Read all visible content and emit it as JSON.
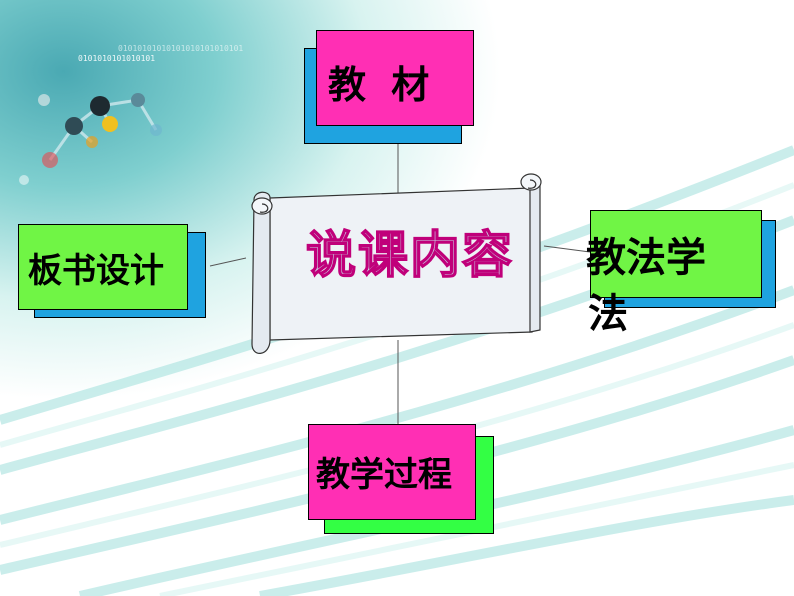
{
  "background": {
    "binary_line_1": "0101010101010101",
    "binary_line_2": "01010101010101010101010101",
    "colors": {
      "top_left": "#5ab8bd",
      "wave": "#8fd6d6",
      "base": "#ffffff"
    }
  },
  "center": {
    "title": "说课内容",
    "fill": "#c7dbe8",
    "stroke": "#c0007a"
  },
  "nodes": {
    "top": {
      "label": "教 材",
      "fill": "#ff2fb4",
      "shadow": "#1fa3e0"
    },
    "left": {
      "label": "板书设计",
      "fill": "#70f545",
      "shadow": "#1fa3e0"
    },
    "right": {
      "label_line_1": "教法学",
      "label_line_2": "法",
      "fill": "#70f545",
      "shadow": "#1fa3e0"
    },
    "bottom": {
      "label": "教学过程",
      "fill": "#ff2fb4",
      "shadow": "#33ff44"
    }
  }
}
